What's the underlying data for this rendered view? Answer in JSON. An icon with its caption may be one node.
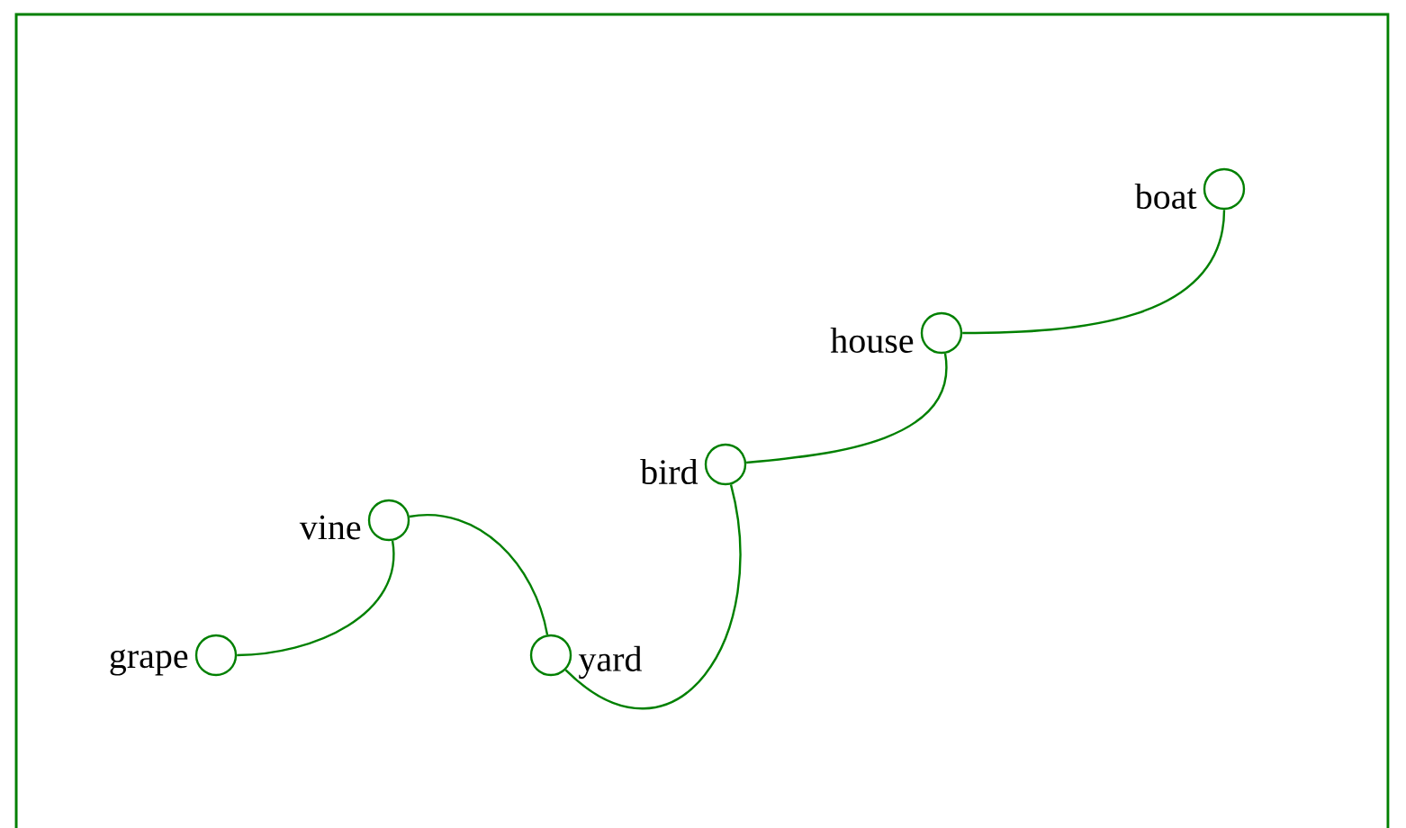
{
  "diagram": {
    "nodes": [
      {
        "text": [],
        "shape": "circle",
        "beside": [
          "grape"
        ]
      },
      {
        "text": [],
        "shape": "circle",
        "beside": [
          "vine"
        ]
      },
      {
        "text": [],
        "shape": "circle",
        "beside": [
          "yard"
        ]
      },
      {
        "text": [],
        "shape": "circle",
        "beside": [
          "bird"
        ]
      },
      {
        "text": [],
        "shape": "circle",
        "beside": [
          "house"
        ]
      },
      {
        "text": [],
        "shape": "circle",
        "beside": [
          "boat"
        ]
      }
    ],
    "edges": [
      {
        "from": 0,
        "to": 1,
        "arrow": "none"
      },
      {
        "from": 1,
        "to": 2,
        "arrow": "none"
      },
      {
        "from": 2,
        "to": 3,
        "arrow": "none"
      },
      {
        "from": 3,
        "to": 4,
        "arrow": "none"
      },
      {
        "from": 4,
        "to": 5,
        "arrow": "none"
      }
    ]
  }
}
